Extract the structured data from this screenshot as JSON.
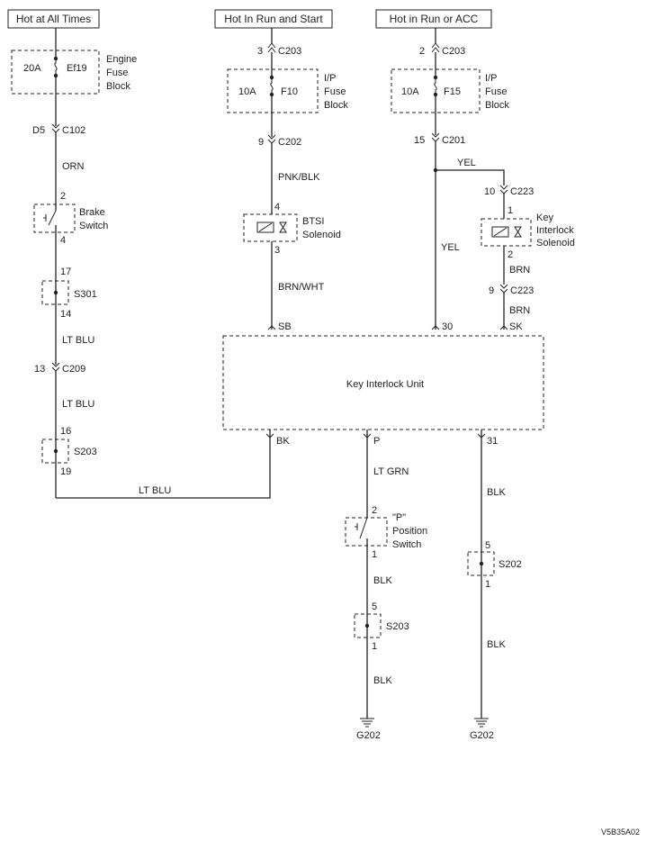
{
  "colors": {
    "ink": "#222222",
    "background": "#ffffff"
  },
  "feeds": {
    "left": "Hot at All Times",
    "mid": "Hot In Run and Start",
    "right": "Hot in Run or ACC"
  },
  "fuses": {
    "ef19": {
      "rating": "20A",
      "id": "Ef19",
      "block": [
        "Engine",
        "Fuse",
        "Block"
      ]
    },
    "f10": {
      "rating": "10A",
      "id": "F10",
      "block": [
        "I/P",
        "Fuse",
        "Block"
      ]
    },
    "f15": {
      "rating": "10A",
      "id": "F15",
      "block": [
        "I/P",
        "Fuse",
        "Block"
      ]
    }
  },
  "connectors": {
    "mid_c203": {
      "pin": "3",
      "name": "C203"
    },
    "right_c203": {
      "pin": "2",
      "name": "C203"
    },
    "c102": {
      "pin": "D5",
      "name": "C102"
    },
    "c202": {
      "pin": "9",
      "name": "C202"
    },
    "c201": {
      "pin": "15",
      "name": "C201"
    },
    "c223_top": {
      "pin": "10",
      "name": "C223"
    },
    "c223_bot": {
      "pin": "9",
      "name": "C223"
    },
    "c209": {
      "pin": "13",
      "name": "C209"
    }
  },
  "wires": {
    "orn": "ORN",
    "pnk_blk": "PNK/BLK",
    "yel_top": "YEL",
    "yel_vert": "YEL",
    "brn_wht": "BRN/WHT",
    "brn_1": "BRN",
    "brn_2": "BRN",
    "lt_blu_1": "LT BLU",
    "lt_blu_2": "LT BLU",
    "lt_blu_bottom": "LT BLU",
    "lt_grn": "LT GRN",
    "blk_1": "BLK",
    "blk_2": "BLK",
    "blk_3": "BLK",
    "blk_4": "BLK"
  },
  "components": {
    "brake_switch": {
      "pin_top": "2",
      "pin_bottom": "4",
      "label": [
        "Brake",
        "Switch"
      ]
    },
    "bts_solenoid": {
      "pin_top": "4",
      "pin_bottom": "3",
      "label": [
        "BTSI",
        "Solenoid"
      ]
    },
    "key_interlock_solenoid": {
      "pin_top": "1",
      "pin_bottom": "2",
      "label": [
        "Key",
        "Interlock",
        "Solenoid"
      ]
    },
    "p_switch": {
      "pin_top": "2",
      "pin_bottom": "1",
      "label": [
        "\"P\"",
        "Position",
        "Switch"
      ]
    }
  },
  "splices": {
    "s301": {
      "name": "S301",
      "pin_top": "17",
      "pin_bottom": "14"
    },
    "s203_left": {
      "name": "S203",
      "pin_top": "16",
      "pin_bottom": "19"
    },
    "s203_bottom": {
      "name": "S203",
      "pin_top": "5",
      "pin_bottom": "1"
    },
    "s202": {
      "name": "S202",
      "pin_top": "5",
      "pin_bottom": "1"
    }
  },
  "unit": {
    "name": "Key Interlock Unit",
    "pins_top": {
      "sb": "SB",
      "p30": "30",
      "sk": "SK"
    },
    "pins_bottom": {
      "bk": "BK",
      "p": "P",
      "p31": "31"
    }
  },
  "grounds": {
    "left": "G202",
    "right": "G202"
  },
  "figure_code": "V5B35A02"
}
